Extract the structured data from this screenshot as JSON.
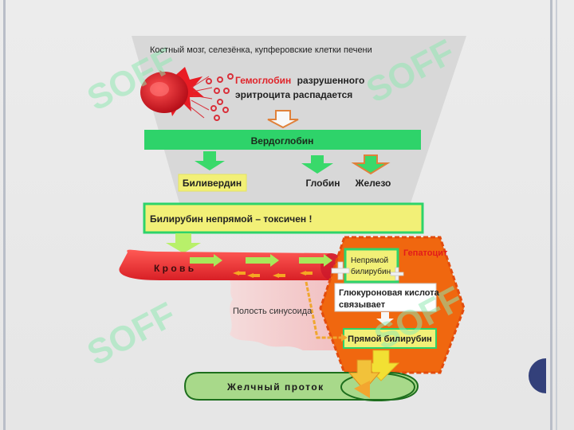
{
  "diagram": {
    "source_organs": "Костный мозг, селезёнка, купферовские клетки печени",
    "hemoglobin_word": "Гемоглобин",
    "hemoglobin_rest": "разрушенного",
    "hemoglobin_line2": "эритроцита распадается",
    "verdoglobin": "Вердоглобин",
    "biliverdin": "Биливердин",
    "globin": "Глобин",
    "iron": "Железо",
    "indirect_bilirubin_toxic": "Билирубин непрямой  –  токсичен !",
    "blood": "К р о в ь",
    "hepatocyte": "Гепатоцит",
    "indirect_bilirubin_line1": "Непрямой",
    "indirect_bilirubin_line2": "билирубин",
    "glucuronic_line1": "Глюкуроновая кислота",
    "glucuronic_line2": "связывает",
    "sinusoid_cavity": "Полость синусоида",
    "direct_bilirubin": "Прямой билирубин",
    "bile_duct": "Желчный  проток"
  },
  "watermark": "SOFF",
  "colors": {
    "band_green": "#2ed36a",
    "band_yellow": "#f2f077",
    "blood_red": "#e6262a",
    "hepatocyte_orange": "#f0670f",
    "bile_green": "#a8d98a",
    "nav_dot": "#33407a",
    "watermark": "#7fe3a6"
  }
}
